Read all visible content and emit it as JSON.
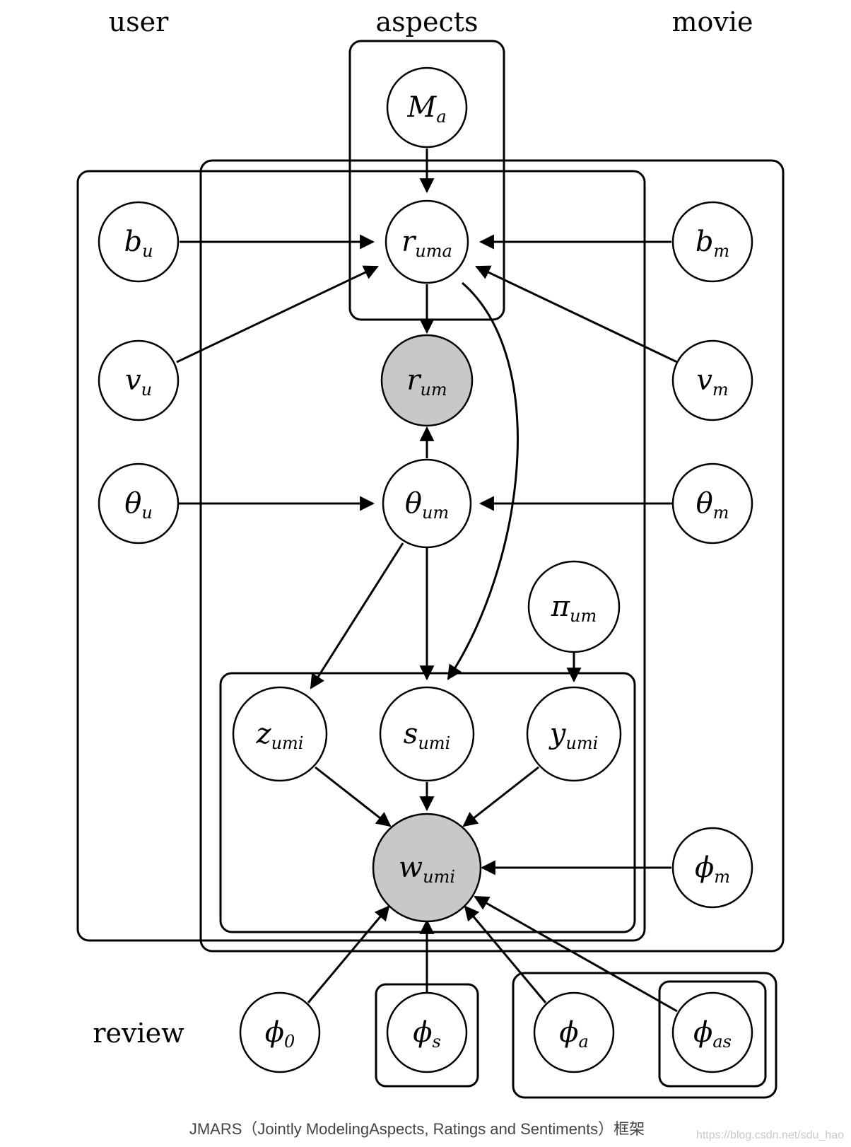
{
  "plate_labels": {
    "user": "user",
    "aspects": "aspects",
    "movie": "movie",
    "review": "review"
  },
  "nodes": {
    "M_a": {
      "base": "M",
      "sub": "a"
    },
    "r_uma": {
      "base": "r",
      "sub": "uma"
    },
    "b_u": {
      "base": "b",
      "sub": "u"
    },
    "b_m": {
      "base": "b",
      "sub": "m"
    },
    "v_u": {
      "base": "v",
      "sub": "u"
    },
    "r_um": {
      "base": "r",
      "sub": "um"
    },
    "v_m": {
      "base": "v",
      "sub": "m"
    },
    "theta_u": {
      "base": "θ",
      "sub": "u"
    },
    "theta_um": {
      "base": "θ",
      "sub": "um"
    },
    "theta_m": {
      "base": "θ",
      "sub": "m"
    },
    "pi_um": {
      "base": "π",
      "sub": "um"
    },
    "z_umi": {
      "base": "z",
      "sub": "umi"
    },
    "s_umi": {
      "base": "s",
      "sub": "umi"
    },
    "y_umi": {
      "base": "y",
      "sub": "umi"
    },
    "w_umi": {
      "base": "w",
      "sub": "umi"
    },
    "phi_m": {
      "base": "ϕ",
      "sub": "m"
    },
    "phi_0": {
      "base": "ϕ",
      "sub": "0"
    },
    "phi_s": {
      "base": "ϕ",
      "sub": "s"
    },
    "phi_a": {
      "base": "ϕ",
      "sub": "a"
    },
    "phi_as": {
      "base": "ϕ",
      "sub": "as"
    }
  },
  "caption": "JMARS（Jointly ModelingAspects, Ratings and Sentiments）框架",
  "watermark": "https://blog.csdn.net/sdu_hao",
  "colors": {
    "observed_fill": "#c8c8c8",
    "latent_fill": "#ffffff",
    "stroke": "#000000"
  }
}
